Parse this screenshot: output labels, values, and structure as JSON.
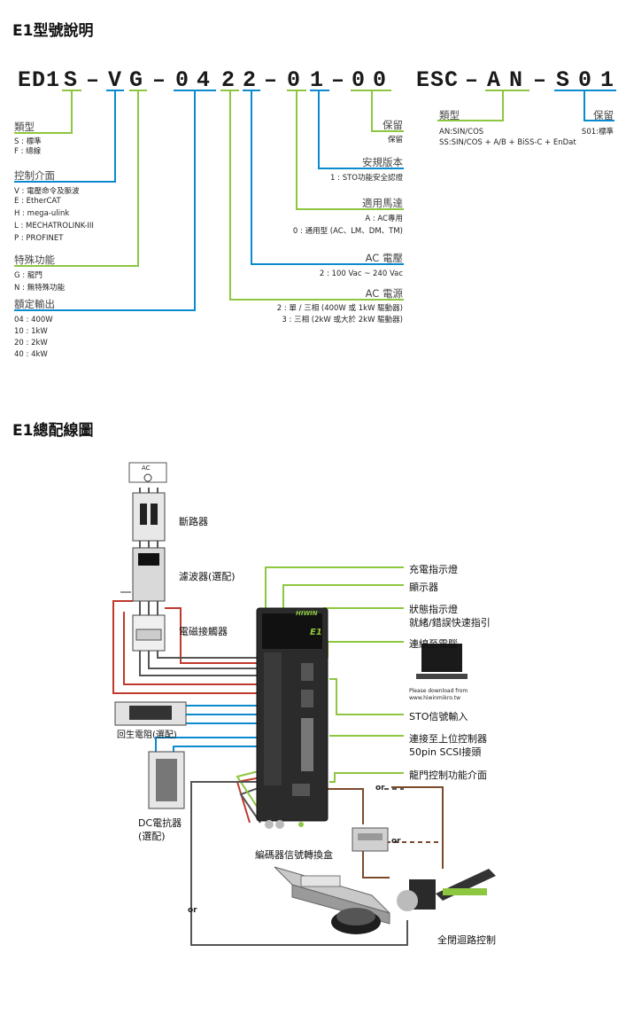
{
  "section1": {
    "title": "E1型號說明"
  },
  "model": {
    "code_chars": [
      "E",
      "D",
      "1",
      "S",
      "–",
      "V",
      "G",
      "–",
      "0",
      "4",
      "2",
      "2",
      "–",
      "0",
      "1",
      "–",
      "0",
      "0"
    ],
    "esc_chars": [
      "E",
      "S",
      "C",
      "–",
      "A",
      "N",
      "–",
      "S",
      "0",
      "1"
    ],
    "groups": [
      {
        "id": "type",
        "label": "類型",
        "options": [
          "S : 標準",
          "F : 總線"
        ],
        "color": "#8dc63f"
      },
      {
        "id": "interface",
        "label": "控制介面",
        "options": [
          "V : 電壓命令及脈波",
          "E : EtherCAT",
          "H : mega-ulink",
          "L : MECHATROLINK-III",
          "P : PROFINET"
        ],
        "color": "#0b8ad0"
      },
      {
        "id": "special",
        "label": "特殊功能",
        "options": [
          "G : 龍門",
          "N : 無特殊功能"
        ],
        "color": "#8dc63f"
      },
      {
        "id": "output",
        "label": "額定輸出",
        "options": [
          "04 : 400W",
          "10 : 1kW",
          "20 : 2kW",
          "40 : 4kW"
        ],
        "color": "#0b8ad0"
      },
      {
        "id": "reserve",
        "label": "保留",
        "options": [
          "保留"
        ],
        "color": "#8dc63f"
      },
      {
        "id": "safety",
        "label": "安規版本",
        "options": [
          "1 : STO功能安全認證"
        ],
        "color": "#0b8ad0"
      },
      {
        "id": "motor",
        "label": "適用馬達",
        "options": [
          "A : AC專用",
          "0 : 通用型 (AC、LM、DM、TM)"
        ],
        "color": "#8dc63f"
      },
      {
        "id": "voltage",
        "label": "AC 電壓",
        "options": [
          "2 : 100 Vac ~ 240 Vac"
        ],
        "color": "#0b8ad0"
      },
      {
        "id": "power",
        "label": "AC 電源",
        "options": [
          "2 : 單 / 三相 (400W 或 1kW 驅動器)",
          "3 : 三相 (2kW 或大於 2kW 驅動器)"
        ],
        "color": "#8dc63f"
      },
      {
        "id": "esc_type",
        "label": "類型",
        "options": [
          "AN:SIN/COS",
          "SS:SIN/COS + A/B + BiSS-C + EnDat"
        ],
        "color": "#8dc63f"
      },
      {
        "id": "esc_reserve",
        "label": "保留",
        "options": [
          "S01:標準"
        ],
        "color": "#0b8ad0"
      }
    ]
  },
  "section2": {
    "title": "E1總配線圖"
  },
  "wiring": {
    "left_labels": {
      "breaker": "斷路器",
      "filter": "濾波器(選配)",
      "contactor": "電磁接觸器",
      "regen": "回生電阻(選配)",
      "dc_reactor_1": "DC電抗器",
      "dc_reactor_2": "(選配)",
      "encoder_box": "編碼器信號轉換盒"
    },
    "right_labels": {
      "charge": "充電指示燈",
      "display": "顯示器",
      "status_1": "狀態指示燈",
      "status_2": "就緒/錯誤快速指引",
      "pc": "連線至電腦",
      "sto": "STO信號輸入",
      "upper_1": "連接至上位控制器",
      "upper_2": "50pin SCSI接頭",
      "gantry": "龍門控制功能介面",
      "closed_loop": "全閉迴路控制"
    },
    "misc": {
      "ac": "AC",
      "or": "or",
      "brand": "HIWIN",
      "model_badge": "E1",
      "download_1": "Please download from",
      "download_2": "www.hiwinmikro.tw"
    },
    "colors": {
      "green": "#8dc63f",
      "blue": "#0b8ad0",
      "red": "#c0392b",
      "brown": "#7b4a2a",
      "gray": "#555555"
    }
  }
}
